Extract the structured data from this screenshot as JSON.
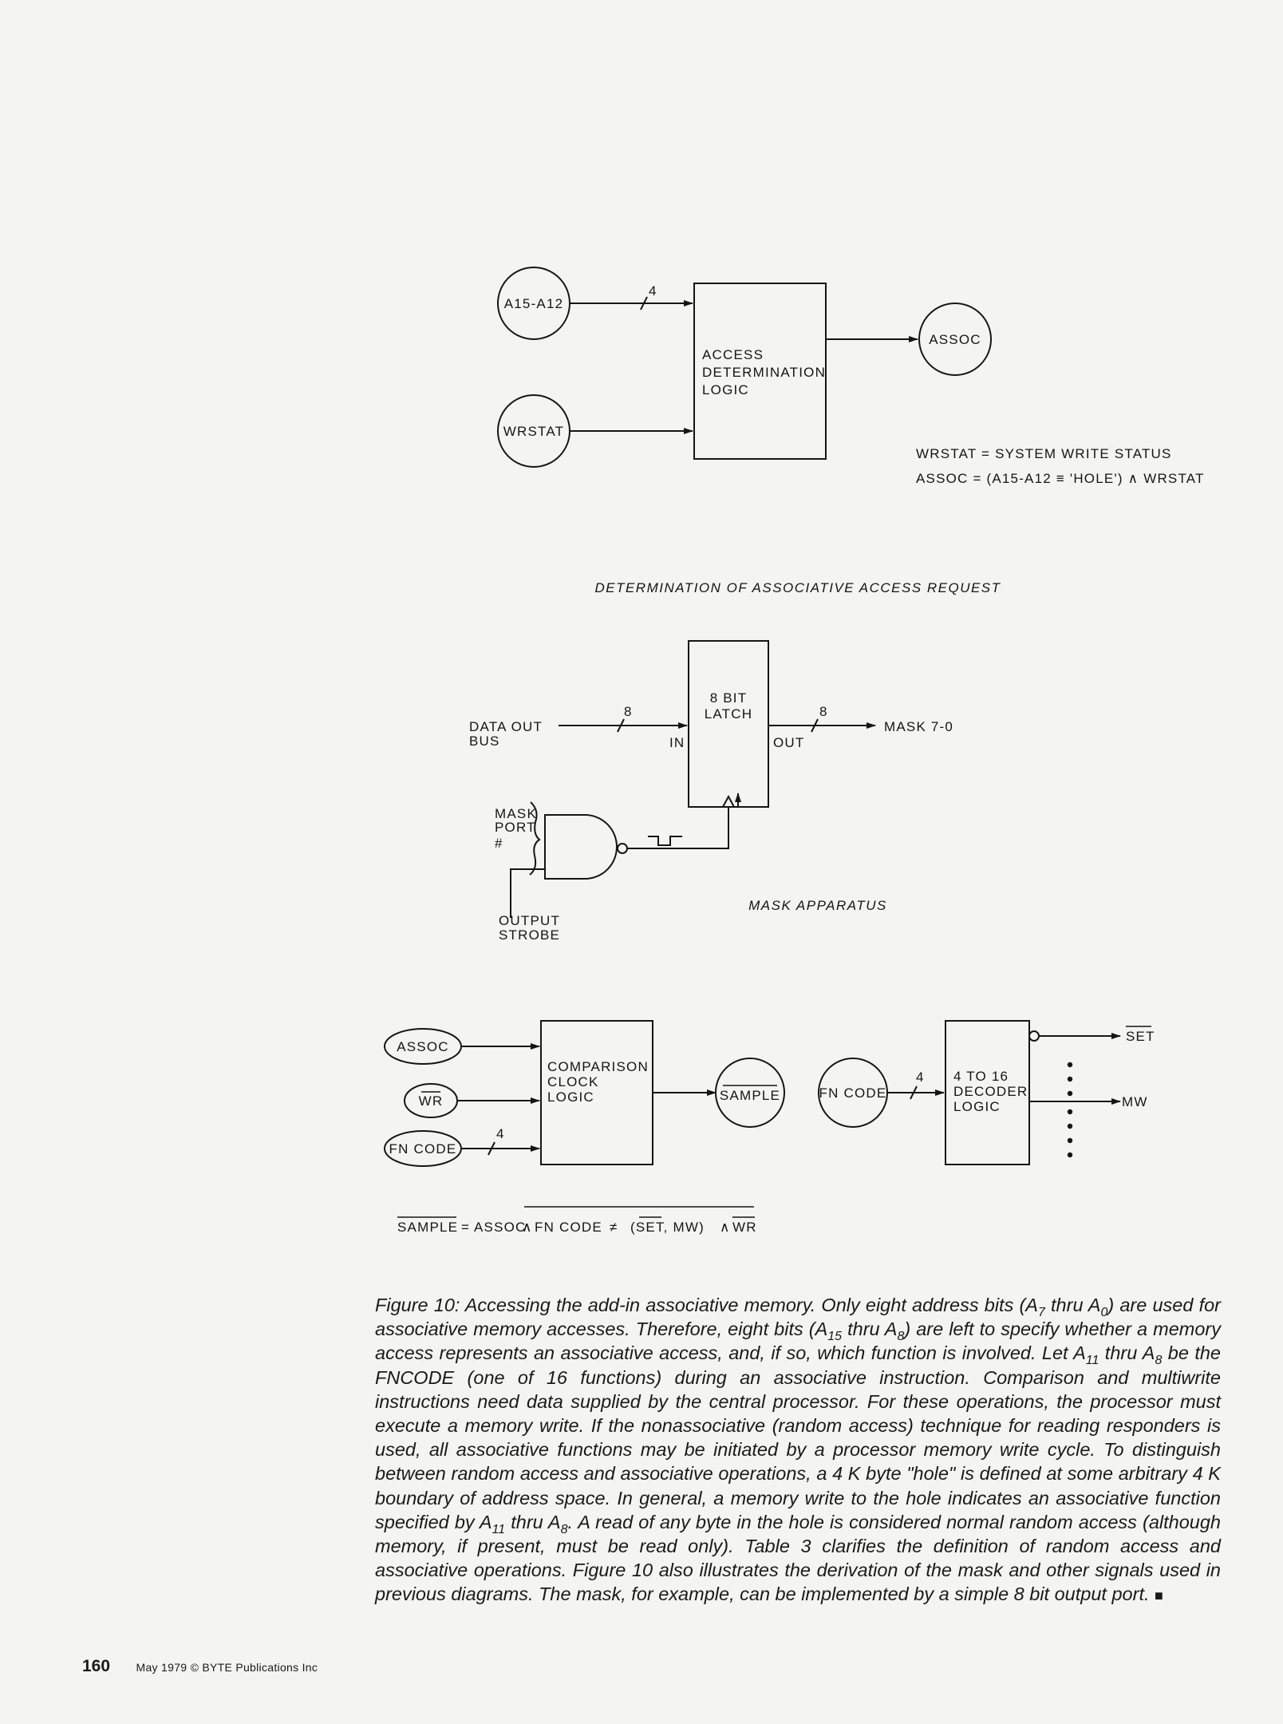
{
  "fig_top": {
    "in_a": "A15-A12",
    "in_a_width": "4",
    "in_b": "WRSTAT",
    "box": [
      "ACCESS",
      "DETERMINATION",
      "LOGIC"
    ],
    "out": "ASSOC",
    "note1": "WRSTAT = SYSTEM WRITE STATUS",
    "note2": "ASSOC = (A15-A12 ≡ 'HOLE') ∧ WRSTAT",
    "title": "DETERMINATION OF ASSOCIATIVE ACCESS REQUEST"
  },
  "fig_mid": {
    "bus_line1": "DATA OUT",
    "bus_line2": "BUS",
    "width_in": "8",
    "latch": [
      "8 BIT",
      "LATCH"
    ],
    "in_label": "IN",
    "out_label": "OUT",
    "width_out": "8",
    "output": "MASK 7-0",
    "port": [
      "MASK",
      "PORT",
      "#"
    ],
    "strobe": [
      "OUTPUT",
      "STROBE"
    ],
    "title": "MASK APPARATUS"
  },
  "fig_bot": {
    "assoc": "ASSOC",
    "wr": "WR",
    "fn_code": "FN CODE",
    "fn_width": "4",
    "box1": [
      "COMPARISON",
      "CLOCK",
      "LOGIC"
    ],
    "sample": "SAMPLE",
    "fn_code2": "FN CODE",
    "fn_width2": "4",
    "box2": [
      "4 TO 16",
      "DECODER",
      "LOGIC"
    ],
    "set": "SET",
    "mw": "MW",
    "equation": {
      "lhs": "SAMPLE",
      "eq": "=",
      "assoc": "ASSOC",
      "and1": "∧",
      "fn": "FN CODE",
      "neq": "≠",
      "args": "(SET, MW)",
      "and2": "∧",
      "wr": "WR"
    }
  },
  "caption": {
    "p1": "Figure 10: Accessing the add-in associative memory. Only eight address bits (A",
    "s1": "7",
    "p2": " thru A",
    "s2": "0",
    "p3": ") are used for associative memory accesses. Therefore, eight bits (A",
    "s3": "15",
    "p4": " thru A",
    "s4": "8",
    "p5": ") are left to specify whether a memory access represents an associative access, and, if so, which function is involved. Let A",
    "s5": "11",
    "p6": " thru A",
    "s6": "8",
    "p7": " be the FNCODE (one of 16 functions) during an associative instruction. Comparison and multiwrite instructions need data supplied by the central processor. For these operations, the processor must execute a memory write. If the nonassociative (random access) technique for reading responders is used, all associative functions may be initiated by a processor memory write cycle. To distinguish between random access and associative operations, a 4 K byte \"hole\" is defined at some arbitrary 4 K boundary of address space. In general, a memory write to the hole indicates an associative function specified by A",
    "s7": "11",
    "p8": " thru A",
    "s8": "8",
    "p9": ". A read of any byte in the hole is considered normal random access (although memory, if present, must be read only). Table 3 clarifies the definition of random access and associative operations. Figure 10 also illustrates the derivation of the mask and other signals used in previous diagrams. The mask, for example, can be implemented by a simple 8 bit output port.",
    "end": "■"
  },
  "footer": {
    "page": "160",
    "credit": "May 1979 © BYTE Publications Inc"
  }
}
